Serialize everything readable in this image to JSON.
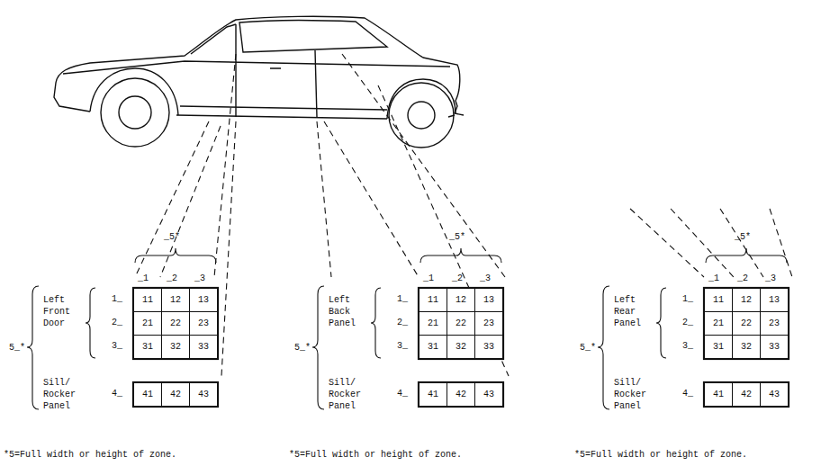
{
  "diagram": {
    "nodes": [
      {
        "text": [
          "11"
        ]
      },
      {
        "text": [
          "12"
        ]
      },
      {
        "text": [
          "13"
        ]
      },
      {
        "text": [
          "21"
        ]
      },
      {
        "text": [
          "22"
        ]
      },
      {
        "text": [
          "23"
        ]
      },
      {
        "text": [
          "31"
        ]
      },
      {
        "text": [
          "32"
        ]
      },
      {
        "text": [
          "33"
        ]
      },
      {
        "text": [
          "41"
        ]
      },
      {
        "text": [
          "42"
        ]
      },
      {
        "text": [
          "43"
        ]
      },
      {
        "text": [
          "11"
        ]
      },
      {
        "text": [
          "12"
        ]
      },
      {
        "text": [
          "13"
        ]
      },
      {
        "text": [
          "21"
        ]
      },
      {
        "text": [
          "22"
        ]
      },
      {
        "text": [
          "23"
        ]
      },
      {
        "text": [
          "31"
        ]
      },
      {
        "text": [
          "32"
        ]
      },
      {
        "text": [
          "33"
        ]
      },
      {
        "text": [
          "41"
        ]
      },
      {
        "text": [
          "42"
        ]
      },
      {
        "text": [
          "43"
        ]
      },
      {
        "text": [
          "11"
        ]
      },
      {
        "text": [
          "12"
        ]
      },
      {
        "text": [
          "13"
        ]
      },
      {
        "text": [
          "21"
        ]
      },
      {
        "text": [
          "22"
        ]
      },
      {
        "text": [
          "23"
        ]
      },
      {
        "text": [
          "31"
        ]
      },
      {
        "text": [
          "32"
        ]
      },
      {
        "text": [
          "33"
        ]
      },
      {
        "text": [
          "41"
        ]
      },
      {
        "text": [
          "42"
        ]
      },
      {
        "text": [
          "43"
        ]
      }
    ],
    "labels": [
      "_5*",
      "_1",
      "_2",
      "_3",
      "1_",
      "2_",
      "3_",
      "4_",
      "5_*",
      "Left Front Door",
      "Sill/ Rocker Panel",
      "*5=Full width or height of zone.",
      "_5*",
      "_1",
      "_2",
      "_3",
      "1_",
      "2_",
      "3_",
      "4_",
      "5_*",
      "Left Back Panel",
      "Sill/ Rocker Panel",
      "*5=Full width or height of zone.",
      "_5*",
      "_1",
      "_2",
      "_3",
      "1_",
      "2_",
      "3_",
      "4_",
      "5_*",
      "Left Rear Panel",
      "Sill/ Rocker Panel",
      "*5=Full width or height of zone."
    ]
  }
}
